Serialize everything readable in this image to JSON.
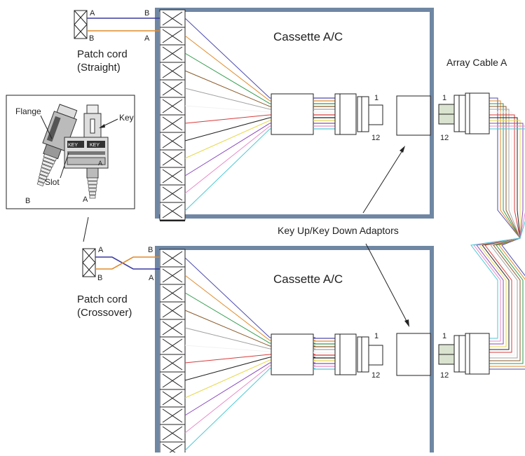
{
  "labels": {
    "cassette_top": "Cassette A/C",
    "cassette_bottom": "Cassette A/C",
    "array_cable": "Array Cable A",
    "adaptors": "Key Up/Key Down Adaptors",
    "patch_straight_line1": "Patch cord",
    "patch_straight_line2": "(Straight)",
    "patch_cross_line1": "Patch cord",
    "patch_cross_line2": "(Crossover)",
    "flange": "Flange",
    "key": "Key",
    "slot": "Slot",
    "key_tag": "KEY",
    "port_a": "A",
    "port_b": "B",
    "fiber_1": "1",
    "fiber_12": "12"
  },
  "colors": {
    "cassette_border": "#6f87a3",
    "fiber_colors": [
      "#4a4ab0",
      "#e08a2a",
      "#2e9a4a",
      "#8a5a2a",
      "#a0a0a0",
      "#f2f2f2",
      "#d83a3a",
      "#222222",
      "#e8d84a",
      "#8a4ac0",
      "#e88ac8",
      "#4ac8d8"
    ]
  }
}
